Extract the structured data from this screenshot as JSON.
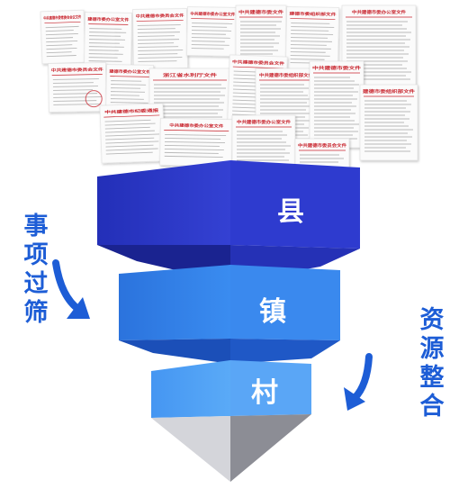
{
  "documents": {
    "headers": [
      "中共建德市委常委会会议文件",
      "建德市委办公室文件",
      "中共建德市委员会文件",
      "中共建德市委办公室文件",
      "中共建德市委文件",
      "建德市委组织部文件",
      "中共建德市委办公室文件",
      "中共建德市委员会文件",
      "浙江省水利厅文件",
      "中共建德市委组织部文件",
      "中共建德市纪委通报"
    ],
    "seal_text": "中共建德市委员会"
  },
  "funnel": {
    "levels": [
      {
        "label": "县"
      },
      {
        "label": "镇"
      },
      {
        "label": "村"
      }
    ]
  },
  "left_caption": [
    "事",
    "项",
    "过",
    "筛"
  ],
  "right_caption": [
    "资",
    "源",
    "整",
    "合"
  ],
  "colors": {
    "level1_front": "#2a36c4",
    "level1_shadow": "#1a2390",
    "level2_front": "#2f7ee6",
    "level2_shadow": "#1b4fb8",
    "level3_front": "#4c9ff5",
    "tip_light": "#cfcfd4",
    "tip_dark": "#8e8f97",
    "caption": "#1d5dd6",
    "doc_red": "#c8232c"
  }
}
